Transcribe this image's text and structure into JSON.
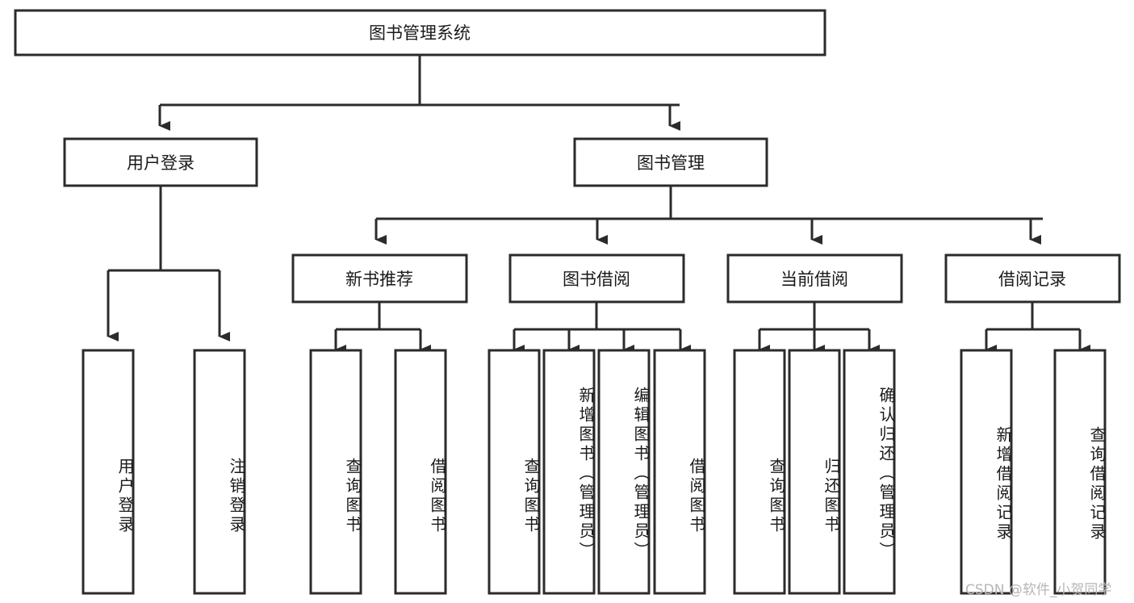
{
  "diagram": {
    "title": "图书管理系统",
    "type": "tree",
    "root": {
      "id": "root",
      "label": "图书管理系统"
    },
    "level2": [
      {
        "id": "user-login",
        "label": "用户登录"
      },
      {
        "id": "book-manage",
        "label": "图书管理"
      }
    ],
    "level3": [
      {
        "id": "new-book-recommend",
        "label": "新书推荐",
        "parent": "book-manage"
      },
      {
        "id": "book-borrow",
        "label": "图书借阅",
        "parent": "book-manage"
      },
      {
        "id": "current-borrow",
        "label": "当前借阅",
        "parent": "book-manage"
      },
      {
        "id": "borrow-record",
        "label": "借阅记录",
        "parent": "book-manage"
      }
    ],
    "leaves": [
      {
        "id": "leaf-user-login",
        "label": "用户登录",
        "parent": "user-login"
      },
      {
        "id": "leaf-logout-login",
        "label": "注销登录",
        "parent": "user-login"
      },
      {
        "id": "leaf-query-book-1",
        "label": "查询图书",
        "parent": "new-book-recommend"
      },
      {
        "id": "leaf-borrow-book-1",
        "label": "借阅图书",
        "parent": "new-book-recommend"
      },
      {
        "id": "leaf-query-book-2",
        "label": "查询图书",
        "parent": "book-borrow"
      },
      {
        "id": "leaf-add-book",
        "label": "新增图书（管理员）",
        "parent": "book-borrow"
      },
      {
        "id": "leaf-edit-book",
        "label": "编辑图书（管理员）",
        "parent": "book-borrow"
      },
      {
        "id": "leaf-borrow-book-2",
        "label": "借阅图书",
        "parent": "book-borrow"
      },
      {
        "id": "leaf-query-book-3",
        "label": "查询图书",
        "parent": "current-borrow"
      },
      {
        "id": "leaf-return-book",
        "label": "归还图书",
        "parent": "current-borrow"
      },
      {
        "id": "leaf-confirm-return",
        "label": "确认归还（管理员）",
        "parent": "current-borrow"
      },
      {
        "id": "leaf-add-record",
        "label": "新增借阅记录",
        "parent": "borrow-record"
      },
      {
        "id": "leaf-query-record",
        "label": "查询借阅记录",
        "parent": "borrow-record"
      }
    ],
    "colors": {
      "stroke": "#2b2b2b",
      "fill": "#ffffff",
      "text": "#1a1a1a",
      "watermark": "#b6b6b6"
    }
  },
  "watermark": {
    "text": "CSDN @软件_小贺同学"
  }
}
